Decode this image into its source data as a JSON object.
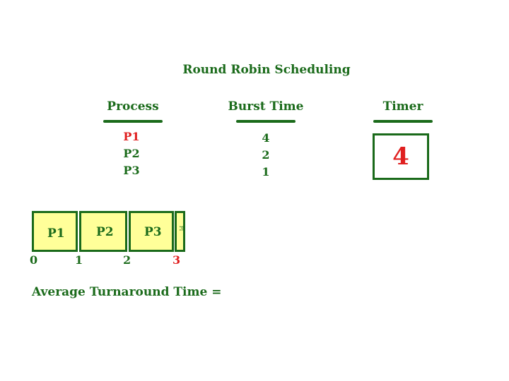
{
  "title": "Round Robin Scheduling",
  "headers": {
    "process": "Process",
    "burst_time": "Burst Time",
    "timer": "Timer"
  },
  "processes": [
    {
      "name": "P1",
      "burst": "4",
      "active": true
    },
    {
      "name": "P2",
      "burst": "2",
      "active": false
    },
    {
      "name": "P3",
      "burst": "1",
      "active": false
    }
  ],
  "timer_value": "4",
  "gantt": {
    "blocks": [
      "P1",
      "P2",
      "P3",
      ""
    ],
    "ticks": [
      "0",
      "1",
      "2",
      "3"
    ],
    "tiny_label": "P1"
  },
  "average_label": "Average Turnaround Time ="
}
